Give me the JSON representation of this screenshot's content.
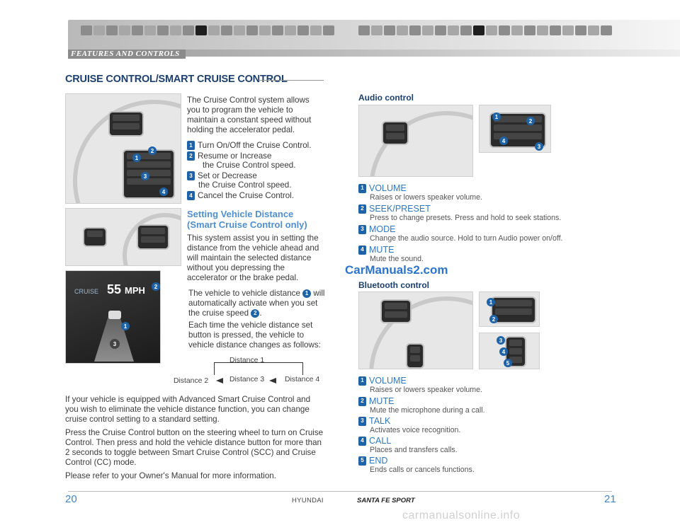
{
  "header": {
    "section_label": "FEATURES AND CONTROLS"
  },
  "left": {
    "title": "CRUISE CONTROL/SMART CRUISE CONTROL",
    "intro": [
      "The Cruise Control system allows",
      "you to program the vehicle to",
      "maintain a constant speed without",
      "holding the accelerator pedal."
    ],
    "steps": [
      {
        "n": "1",
        "lines": [
          "Turn On/Off the Cruise Control."
        ]
      },
      {
        "n": "2",
        "lines": [
          "Resume or Increase",
          "the Cruise Control speed."
        ]
      },
      {
        "n": "3",
        "lines": [
          "Set or Decrease",
          "the Cruise Control speed."
        ]
      },
      {
        "n": "4",
        "lines": [
          "Cancel the Cruise Control."
        ]
      }
    ],
    "distance_heading": [
      "Setting Vehicle Distance",
      "(Smart Cruise Control only)"
    ],
    "distance_body": [
      "This system assist you in setting the",
      "distance from the vehicle ahead and",
      "will maintain the selected distance",
      "without you depressing the",
      "accelerator or the brake pedal."
    ],
    "auto_text": {
      "a": "The vehicle to vehicle distance",
      "b": "will",
      "c": "automatically activate when you set",
      "d": "the cruise speed",
      "e": "."
    },
    "each_time": [
      "Each time the vehicle distance set",
      "button is pressed, the vehicle to",
      "vehicle distance changes as follows:"
    ],
    "distances": {
      "d1": "Distance 1",
      "d2": "Distance 2",
      "d3": "Distance 3",
      "d4": "Distance 4"
    },
    "bottom_paragraphs": [
      [
        "If your vehicle is equipped with Advanced Smart Cruise Control and",
        "you wish to eliminate the vehicle distance function, you can change",
        "cruise control setting to a standard setting."
      ],
      [
        "Press the Cruise Control button on the steering wheel to turn on Cruise",
        "Control. Then press and hold the vehicle distance button for more than",
        "2 seconds to toggle between Smart Cruise Control (SCC) and Cruise",
        "Control (CC) mode."
      ],
      [
        "Please refer to your Owner's Manual for more information."
      ]
    ],
    "panel": {
      "cruise": "CRUISE",
      "speed": "55",
      "unit": "MPH",
      "label3": "3"
    },
    "photo_tags": {
      "t1": "1",
      "t2": "2",
      "t3": "3",
      "t4": "4"
    }
  },
  "right": {
    "audio_heading": "Audio control",
    "audio_items": [
      {
        "n": "1",
        "title": "VOLUME",
        "desc": "Raises or lowers speaker volume."
      },
      {
        "n": "2",
        "title": "SEEK/PRESET",
        "desc": "Press to change presets. Press and hold to seek stations."
      },
      {
        "n": "3",
        "title": "MODE",
        "desc": "Change the audio source. Hold to turn Audio power on/off."
      },
      {
        "n": "4",
        "title": "MUTE",
        "desc": "Mute the sound."
      }
    ],
    "bluetooth_heading": "Bluetooth control",
    "bluetooth_items": [
      {
        "n": "1",
        "title": "VOLUME",
        "desc": "Raises or lowers speaker volume."
      },
      {
        "n": "2",
        "title": "MUTE",
        "desc": "Mute the microphone during a call."
      },
      {
        "n": "3",
        "title": "TALK",
        "desc": "Activates voice recognition."
      },
      {
        "n": "4",
        "title": "CALL",
        "desc": "Places and transfers calls."
      },
      {
        "n": "5",
        "title": "END",
        "desc": "Ends calls or cancels functions."
      }
    ],
    "watermark": "CarManuals2.com"
  },
  "footer": {
    "page_left": "20",
    "page_right": "21",
    "brand": "HYUNDAI",
    "model": "SANTA FE SPORT",
    "site": "carmanualsonline.info"
  },
  "colors": {
    "accent": "#1e63a8",
    "title": "#1b3f6e",
    "subhead": "#4f8fd0"
  }
}
